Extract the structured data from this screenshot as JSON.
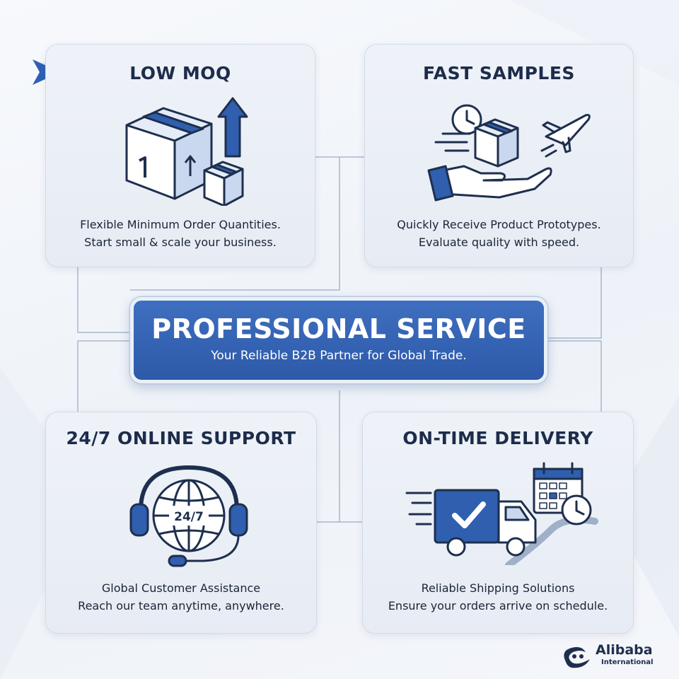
{
  "center": {
    "title": "PROFESSIONAL SERVICE",
    "subtitle": "Your Reliable B2B Partner for Global Trade."
  },
  "cards": {
    "low_moq": {
      "title": "LOW MOQ",
      "line1": "Flexible Minimum Order Quantities.",
      "line2": "Start small & scale your business.",
      "icon": "boxes-arrow-up-icon"
    },
    "fast_samples": {
      "title": "FAST SAMPLES",
      "line1": "Quickly Receive Product Prototypes.",
      "line2": "Evaluate quality with speed.",
      "icon": "hand-box-clock-plane-icon"
    },
    "online_support": {
      "title": "24/7 ONLINE SUPPORT",
      "line1": "Global Customer Assistance",
      "line2": "Reach our team anytime, anywhere.",
      "icon_text": "24/7",
      "icon": "headset-globe-icon"
    },
    "on_time_delivery": {
      "title": "ON-TIME DELIVERY",
      "line1": "Reliable Shipping Solutions",
      "line2": "Ensure your orders arrive on schedule.",
      "icon": "truck-calendar-clock-icon"
    }
  },
  "brand": {
    "name": "Alibaba",
    "sub": "International"
  },
  "colors": {
    "primary": "#2d59a8",
    "dark_text": "#1d2c4a",
    "card_bg": "#e9eef5",
    "line": "#b7c4d6"
  }
}
